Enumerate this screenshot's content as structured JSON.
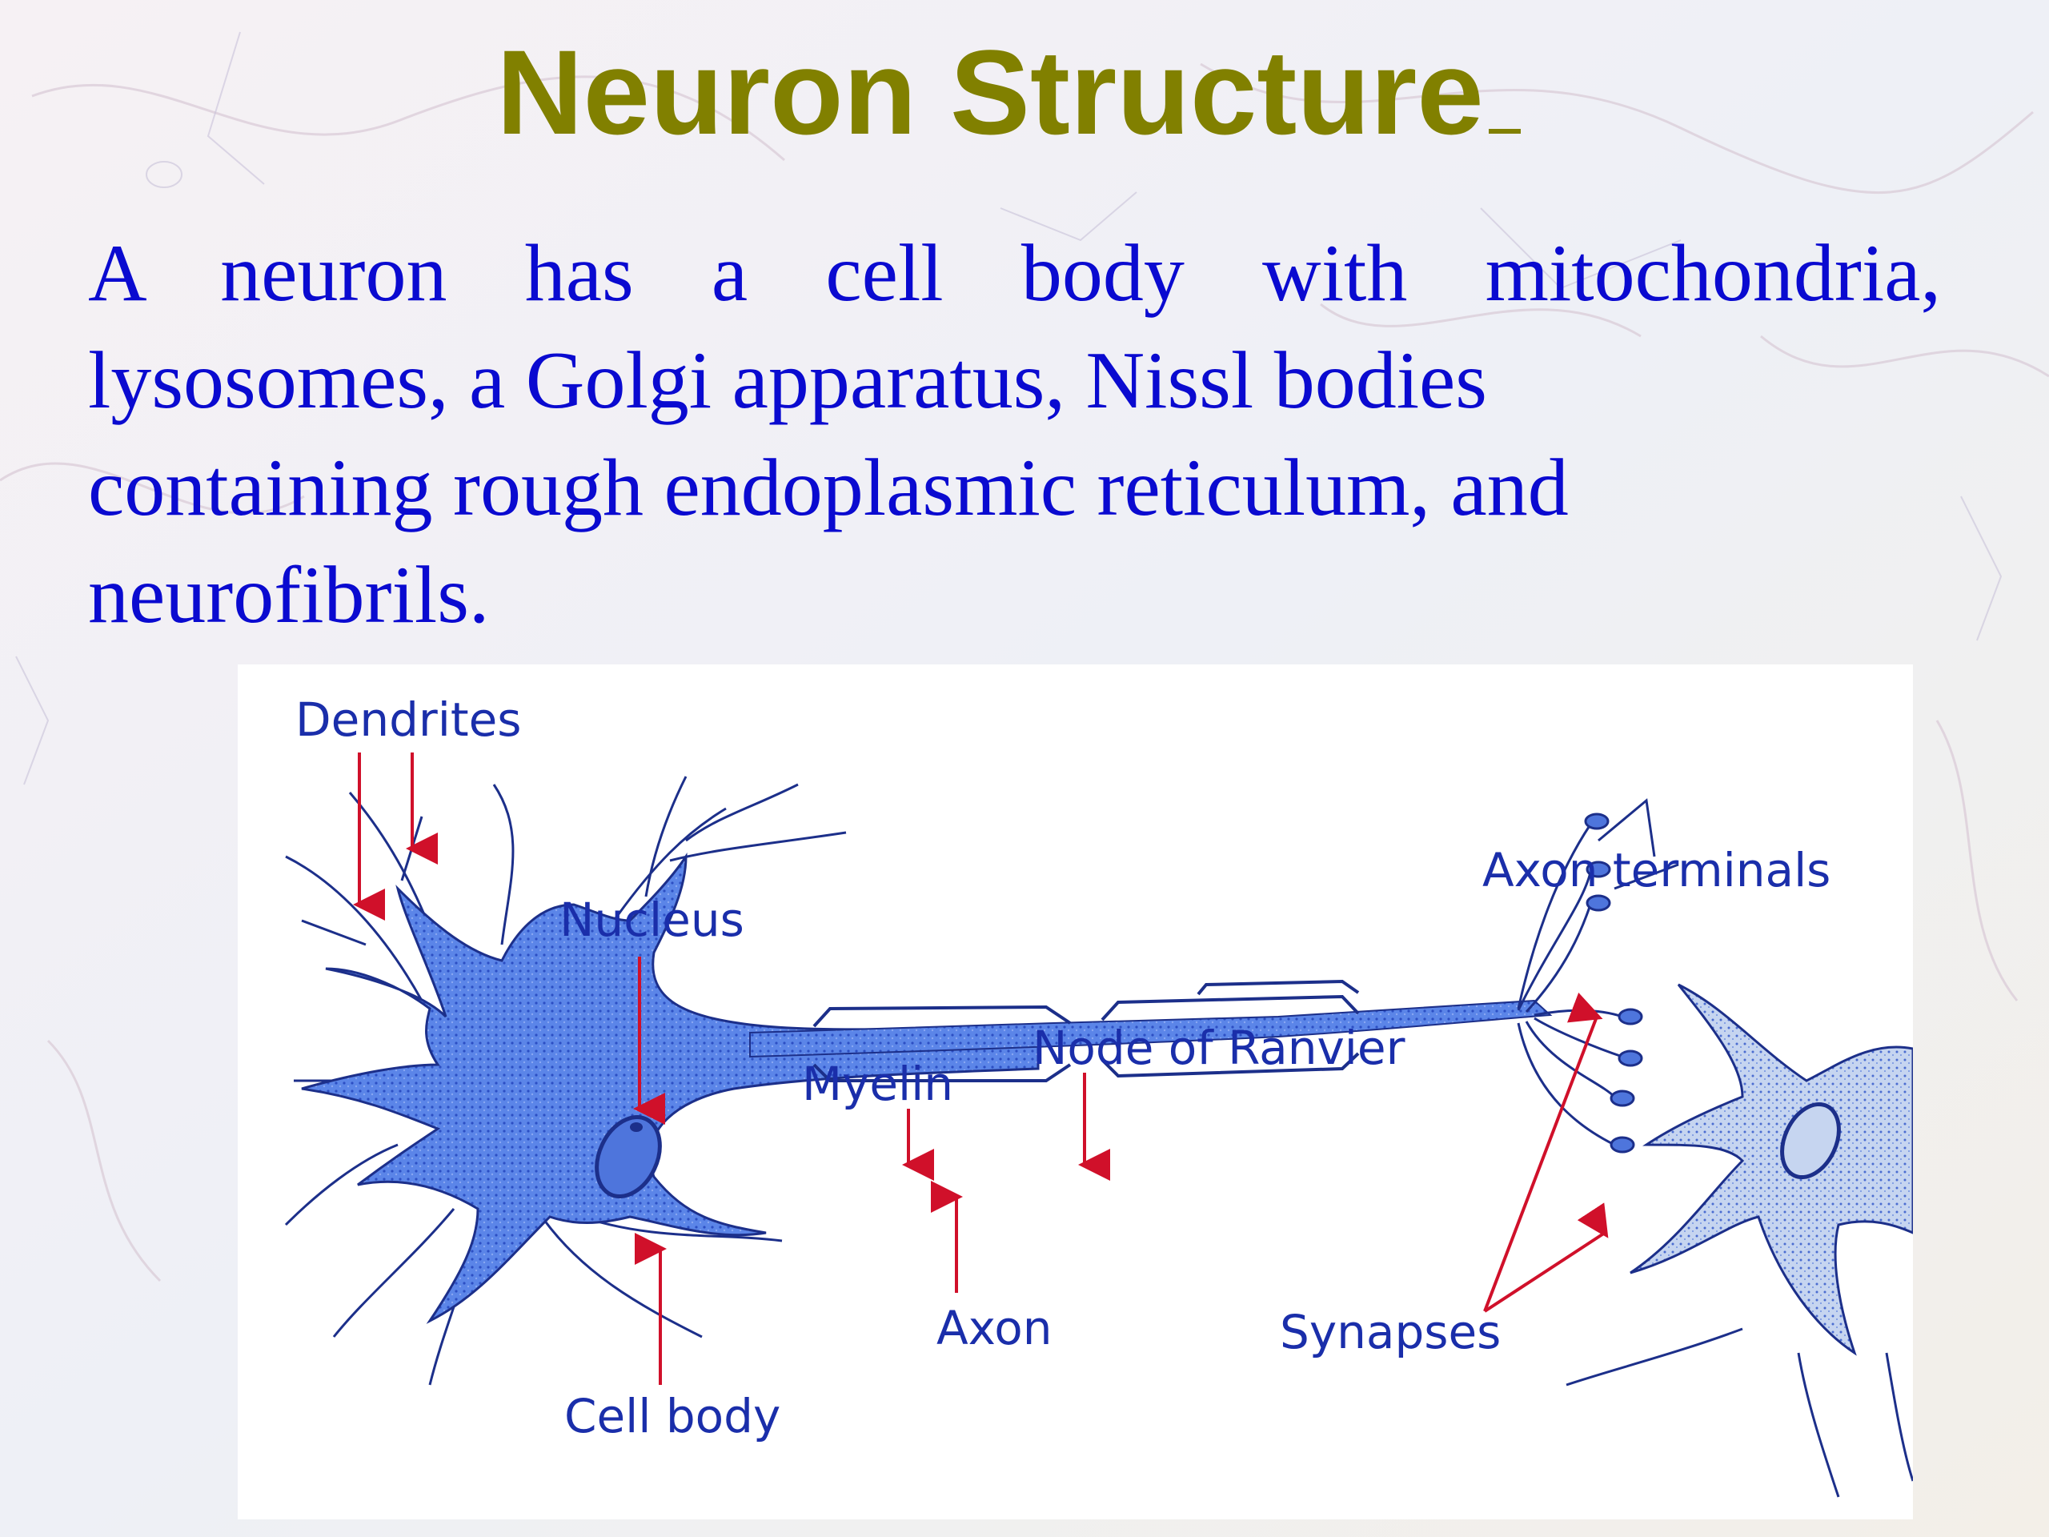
{
  "slide": {
    "title": "Neuron Structure",
    "body_lines": [
      "A neuron has a cell body with mitochondria,",
      "lysosomes, a Golgi apparatus, Nissl bodies",
      "containing rough endoplasmic reticulum, and",
      "neurofibrils."
    ]
  },
  "diagram": {
    "labels": {
      "dendrites": "Dendrites",
      "nucleus": "Nucleus",
      "myelin": "Myelin",
      "node_of_ranvier": "Node of Ranvier",
      "axon_terminals": "Axon terminals",
      "axon": "Axon",
      "synapses": "Synapses",
      "cell_body": "Cell body"
    }
  },
  "colors": {
    "title": "#818000",
    "body_text": "#0a0ad0",
    "label_text": "#1a2eaa",
    "arrow": "#d0102a",
    "neuron_fill": "#5b85e8",
    "neuron_outline": "#1c2f8a",
    "second_neuron_fill": "#c6d5f0"
  }
}
